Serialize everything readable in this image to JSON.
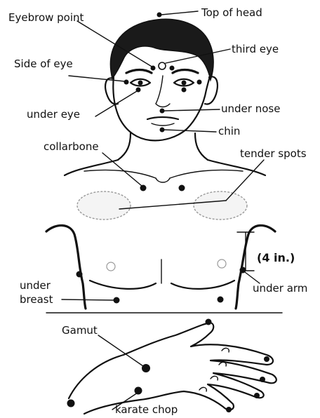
{
  "labels": {
    "top_of_head": "Top of head",
    "eyebrow_point": "Eyebrow point",
    "third_eye": "third eye",
    "side_of_eye": "Side of eye",
    "under_eye": "under eye",
    "under_nose": "under nose",
    "chin": "chin",
    "collarbone": "collarbone",
    "tender_spots": "tender spots",
    "four_inches": "(4 in.)",
    "under_arm": "under arm",
    "under_breast_line1": "under",
    "under_breast_line2": "breast",
    "gamut": "Gamut",
    "karate_chop": "karate chop"
  },
  "colors": {
    "ink": "#111111",
    "hair": "#1a1a1a",
    "tender_spot_fill": "#f4f4f4",
    "background": "#ffffff"
  }
}
